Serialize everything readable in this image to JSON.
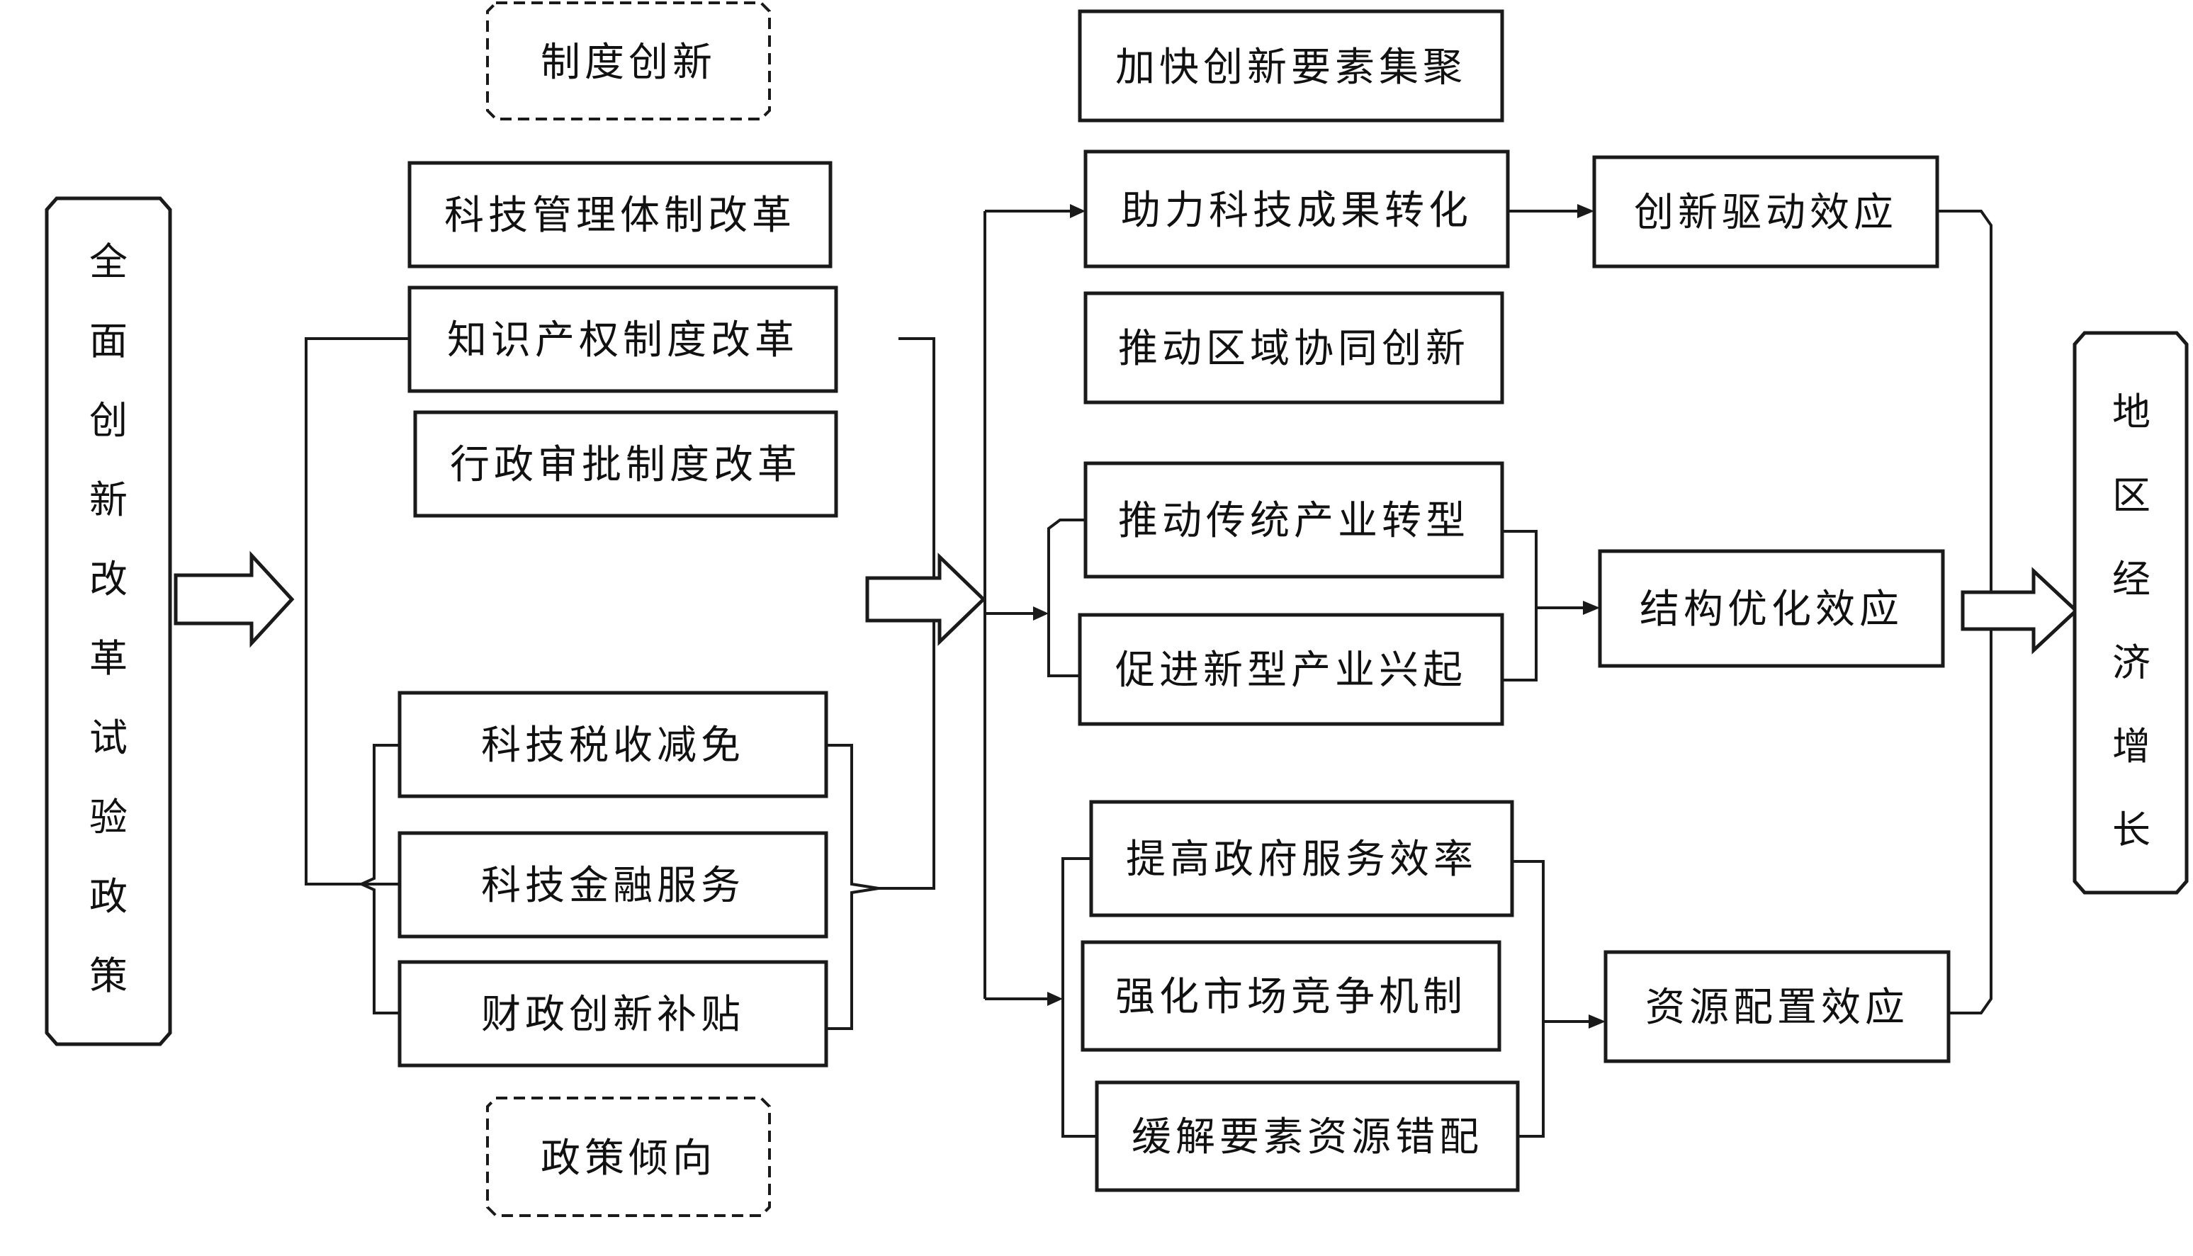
{
  "left_vertical": "全面创新改革试验政策",
  "right_vertical": "地区经济增长",
  "institutional": {
    "group_label": "制度创新",
    "items": [
      "科技管理体制改革",
      "知识产权制度改革",
      "行政审批制度改革"
    ]
  },
  "policy": {
    "group_label": "政策倾向",
    "items": [
      "科技税收减免",
      "科技金融服务",
      "财政创新补贴"
    ]
  },
  "innovation_group": {
    "items": [
      "加快创新要素集聚",
      "助力科技成果转化",
      "推动区域协同创新"
    ],
    "effect": "创新驱动效应"
  },
  "structure_group": {
    "items": [
      "推动传统产业转型",
      "促进新型产业兴起"
    ],
    "effect": "结构优化效应"
  },
  "resource_group": {
    "items": [
      "提高政府服务效率",
      "强化市场竞争机制",
      "缓解要素资源错配"
    ],
    "effect": "资源配置效应"
  }
}
